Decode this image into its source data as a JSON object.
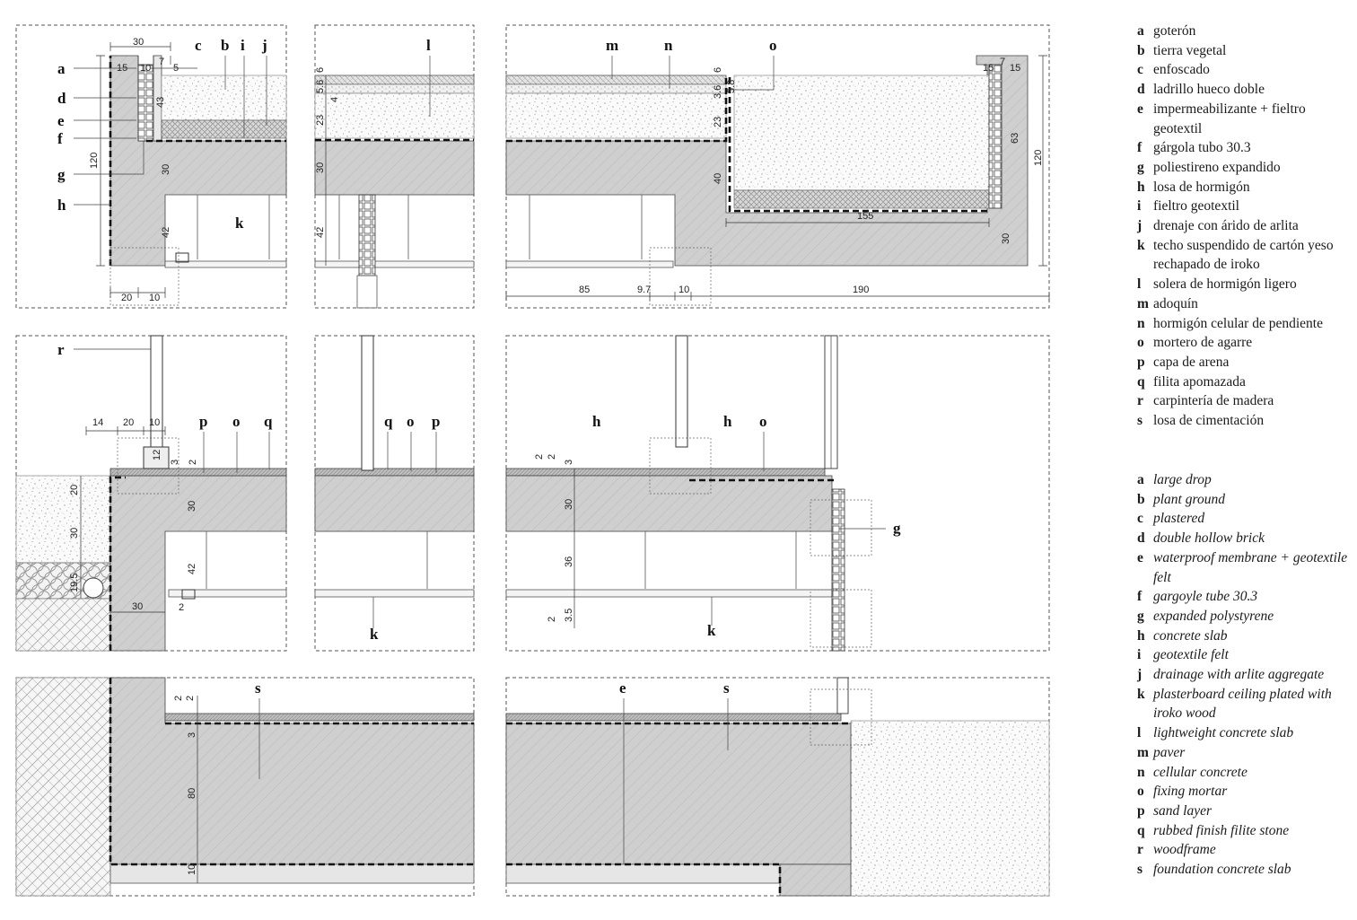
{
  "drawing": {
    "labels": {
      "p1": {
        "a": "a",
        "b": "b",
        "c": "c",
        "d": "d",
        "e": "e",
        "f": "f",
        "g": "g",
        "h": "h",
        "i": "i",
        "j": "j",
        "k": "k"
      },
      "p2": {
        "l": "l"
      },
      "p3": {
        "m": "m",
        "n": "n",
        "o": "o"
      },
      "p4": {
        "r": "r",
        "p": "p",
        "o": "o",
        "q": "q"
      },
      "p5": {
        "q": "q",
        "o": "o",
        "p": "p",
        "k": "k"
      },
      "p6": {
        "h1": "h",
        "h2": "h",
        "o": "o",
        "g": "g",
        "k": "k"
      },
      "p7": {
        "s": "s"
      },
      "p8": {
        "e": "e",
        "s": "s"
      }
    },
    "dims": {
      "p1": {
        "d30": "30",
        "d15": "15",
        "d10": "10",
        "d7": "7",
        "d5": "5",
        "d43": "43",
        "d120": "120",
        "dv30": "30",
        "d42": "42",
        "d20": "20",
        "db10": "10"
      },
      "p2": {
        "d6": "6",
        "d56": "5.6",
        "d4": "4",
        "d23": "23",
        "d30": "30",
        "d42": "42"
      },
      "p3": {
        "d6": "6",
        "d36": "3.6",
        "d58": "5.8",
        "d23": "23",
        "d40": "40",
        "d15a": "15",
        "d15b": "15",
        "d7": "7",
        "d63": "63",
        "d120": "120",
        "d155": "155",
        "d30": "30",
        "d85": "85",
        "d97": "9.7",
        "d10": "10",
        "d190": "190"
      },
      "p4": {
        "d14": "14",
        "d20": "20",
        "d10": "10",
        "d12": "12",
        "d3": "3",
        "d2": "2",
        "dv20": "20",
        "dv30": "30",
        "d195": "19.5",
        "d30b": "30",
        "d42": "42",
        "dh30": "30",
        "d2b": "2"
      },
      "p6": {
        "d2a": "2",
        "d2b": "2",
        "d3": "3",
        "d30": "30",
        "d36": "36",
        "d2c": "2",
        "d35": "3.5"
      },
      "p7": {
        "d2a": "2",
        "d2b": "2",
        "d3": "3",
        "d80": "80",
        "d10": "10"
      }
    }
  },
  "legend_es": [
    {
      "key": "a",
      "text": "goterón"
    },
    {
      "key": "b",
      "text": "tierra vegetal"
    },
    {
      "key": "c",
      "text": "enfoscado"
    },
    {
      "key": "d",
      "text": "ladrillo hueco doble"
    },
    {
      "key": "e",
      "text": "impermeabilizante + fieltro geotextil"
    },
    {
      "key": "f",
      "text": "gárgola tubo 30.3"
    },
    {
      "key": "g",
      "text": "poliestireno expandido"
    },
    {
      "key": "h",
      "text": "losa de hormigón"
    },
    {
      "key": "i",
      "text": "fieltro geotextil"
    },
    {
      "key": "j",
      "text": "drenaje con árido de arlita"
    },
    {
      "key": "k",
      "text": "techo suspendido de cartón yeso rechapado de iroko"
    },
    {
      "key": "l",
      "text": "solera de hormigón ligero"
    },
    {
      "key": "m",
      "text": "adoquín"
    },
    {
      "key": "n",
      "text": "hormigón celular de pendiente"
    },
    {
      "key": "o",
      "text": "mortero de agarre"
    },
    {
      "key": "p",
      "text": "capa de arena"
    },
    {
      "key": "q",
      "text": "filita apomazada"
    },
    {
      "key": "r",
      "text": "carpintería de madera"
    },
    {
      "key": "s",
      "text": "losa de cimentación"
    }
  ],
  "legend_en": [
    {
      "key": "a",
      "text": "large drop"
    },
    {
      "key": "b",
      "text": "plant ground"
    },
    {
      "key": "c",
      "text": "plastered"
    },
    {
      "key": "d",
      "text": "double hollow brick"
    },
    {
      "key": "e",
      "text": "waterproof membrane + geotextile felt"
    },
    {
      "key": "f",
      "text": "gargoyle tube 30.3"
    },
    {
      "key": "g",
      "text": "expanded polystyrene"
    },
    {
      "key": "h",
      "text": "concrete slab"
    },
    {
      "key": "i",
      "text": "geotextile felt"
    },
    {
      "key": "j",
      "text": "drainage with arlite aggregate"
    },
    {
      "key": "k",
      "text": "plasterboard ceiling plated with iroko wood"
    },
    {
      "key": "l",
      "text": "lightweight concrete slab"
    },
    {
      "key": "m",
      "text": "paver"
    },
    {
      "key": "n",
      "text": "cellular concrete"
    },
    {
      "key": "o",
      "text": "fixing mortar"
    },
    {
      "key": "p",
      "text": "sand layer"
    },
    {
      "key": "q",
      "text": "rubbed finish filite stone"
    },
    {
      "key": "r",
      "text": "woodframe"
    },
    {
      "key": "s",
      "text": "foundation concrete slab"
    }
  ]
}
